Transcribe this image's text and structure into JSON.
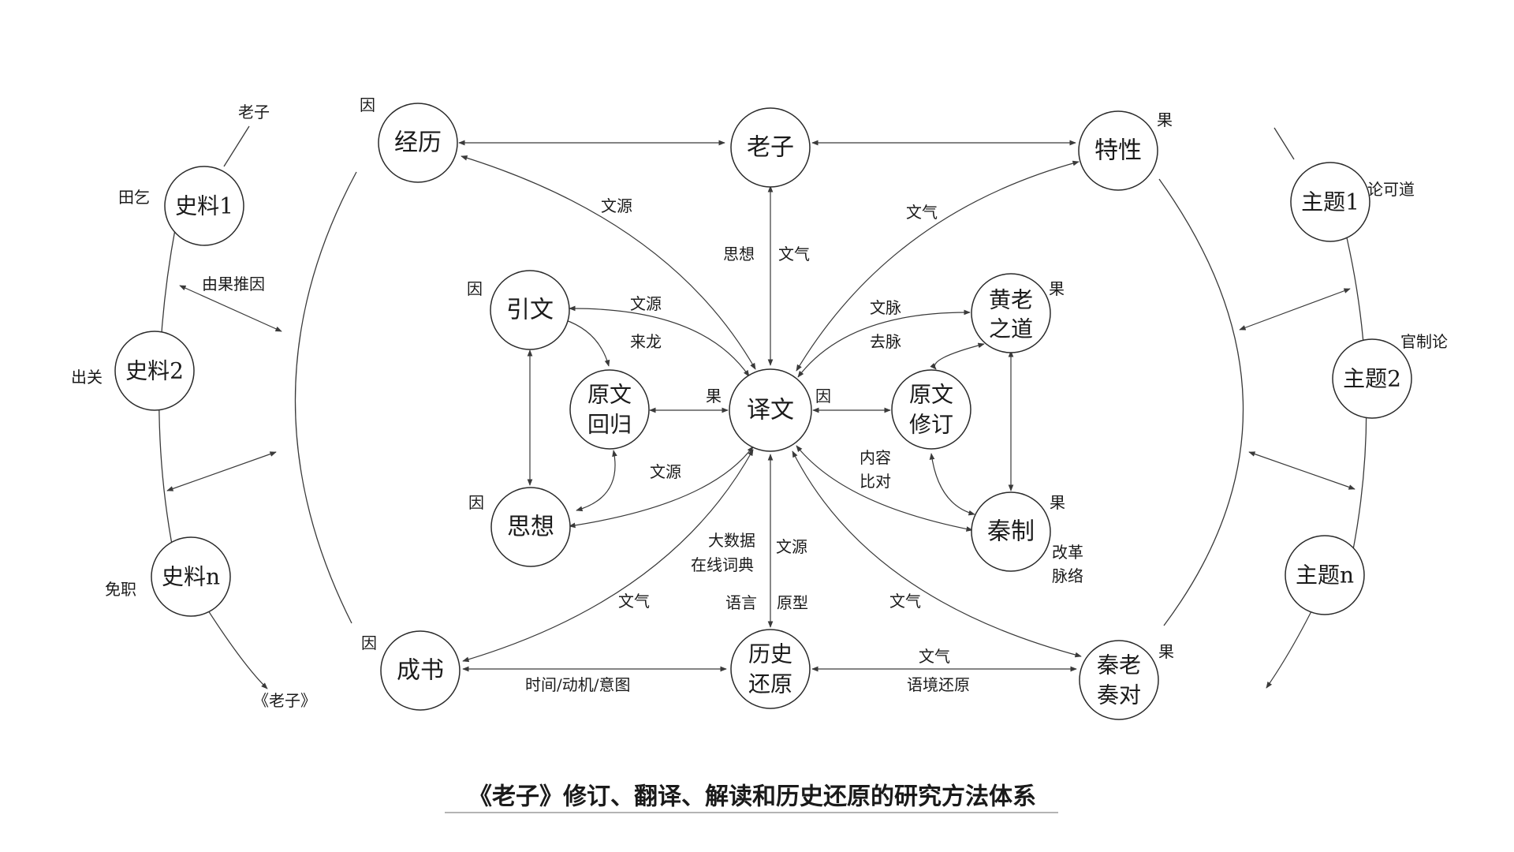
{
  "title": "《老子》修订、翻译、解读和历史还原的研究方法体系",
  "nodes": {
    "jingli": "经历",
    "laozi": "老子",
    "texing": "特性",
    "yinwen": "引文",
    "huanglao": [
      "黄老",
      "之道"
    ],
    "yuanwen_huigui": [
      "原文",
      "回归"
    ],
    "yiwen": "译文",
    "yuanwen_xiuding": [
      "原文",
      "修订"
    ],
    "sixiang": "思想",
    "qinzhi": "秦制",
    "chengshu": "成书",
    "lishi": [
      "历史",
      "还原"
    ],
    "qinlao": [
      "秦老",
      "奏对"
    ],
    "shiliao1": "史料1",
    "shiliao2": "史料2",
    "shiliaon": "史料n",
    "zhuti1": "主题1",
    "zhuti2": "主题2",
    "zhutin": "主题n"
  },
  "labels": {
    "yin_jingli": "因",
    "guo_texing": "果",
    "yin_yinwen": "因",
    "guo_huanglao": "果",
    "guo_center": "果",
    "yin_center": "因",
    "yin_sixiang": "因",
    "guo_qinzhi": "果",
    "yin_chengshu": "因",
    "guo_qinlao": "果",
    "wenyuan_top": "文源",
    "sixiang_edge": "思想",
    "wenqi_top": "文气",
    "wenqi_tr": "文气",
    "wenyuan_yinwen": "文源",
    "lailong": "来龙",
    "wenmai": "文脉",
    "qumai": "去脉",
    "wenyuan_sixiang": "文源",
    "neirong": "内容",
    "biduì": "比对",
    "dashuju": "大数据",
    "zaixian": "在线词典",
    "wenyuan_bottom": "文源",
    "yuyan": "语言",
    "yuanxing": "原型",
    "wenqi_bl": "文气",
    "wenqi_br": "文气",
    "shijian": "时间/动机/意图",
    "wenqi_bottom": "文气",
    "yujing": "语境还原",
    "gaige": "改革",
    "mailuo": "脉络",
    "laozi_small": "老子",
    "tiangai": "田乞",
    "youguo": "由果推因",
    "chuguan": "出关",
    "mianzhi": "免职",
    "laozi_book": "《老子》",
    "lunkedao": "论可道",
    "guanzhilun": "官制论"
  }
}
